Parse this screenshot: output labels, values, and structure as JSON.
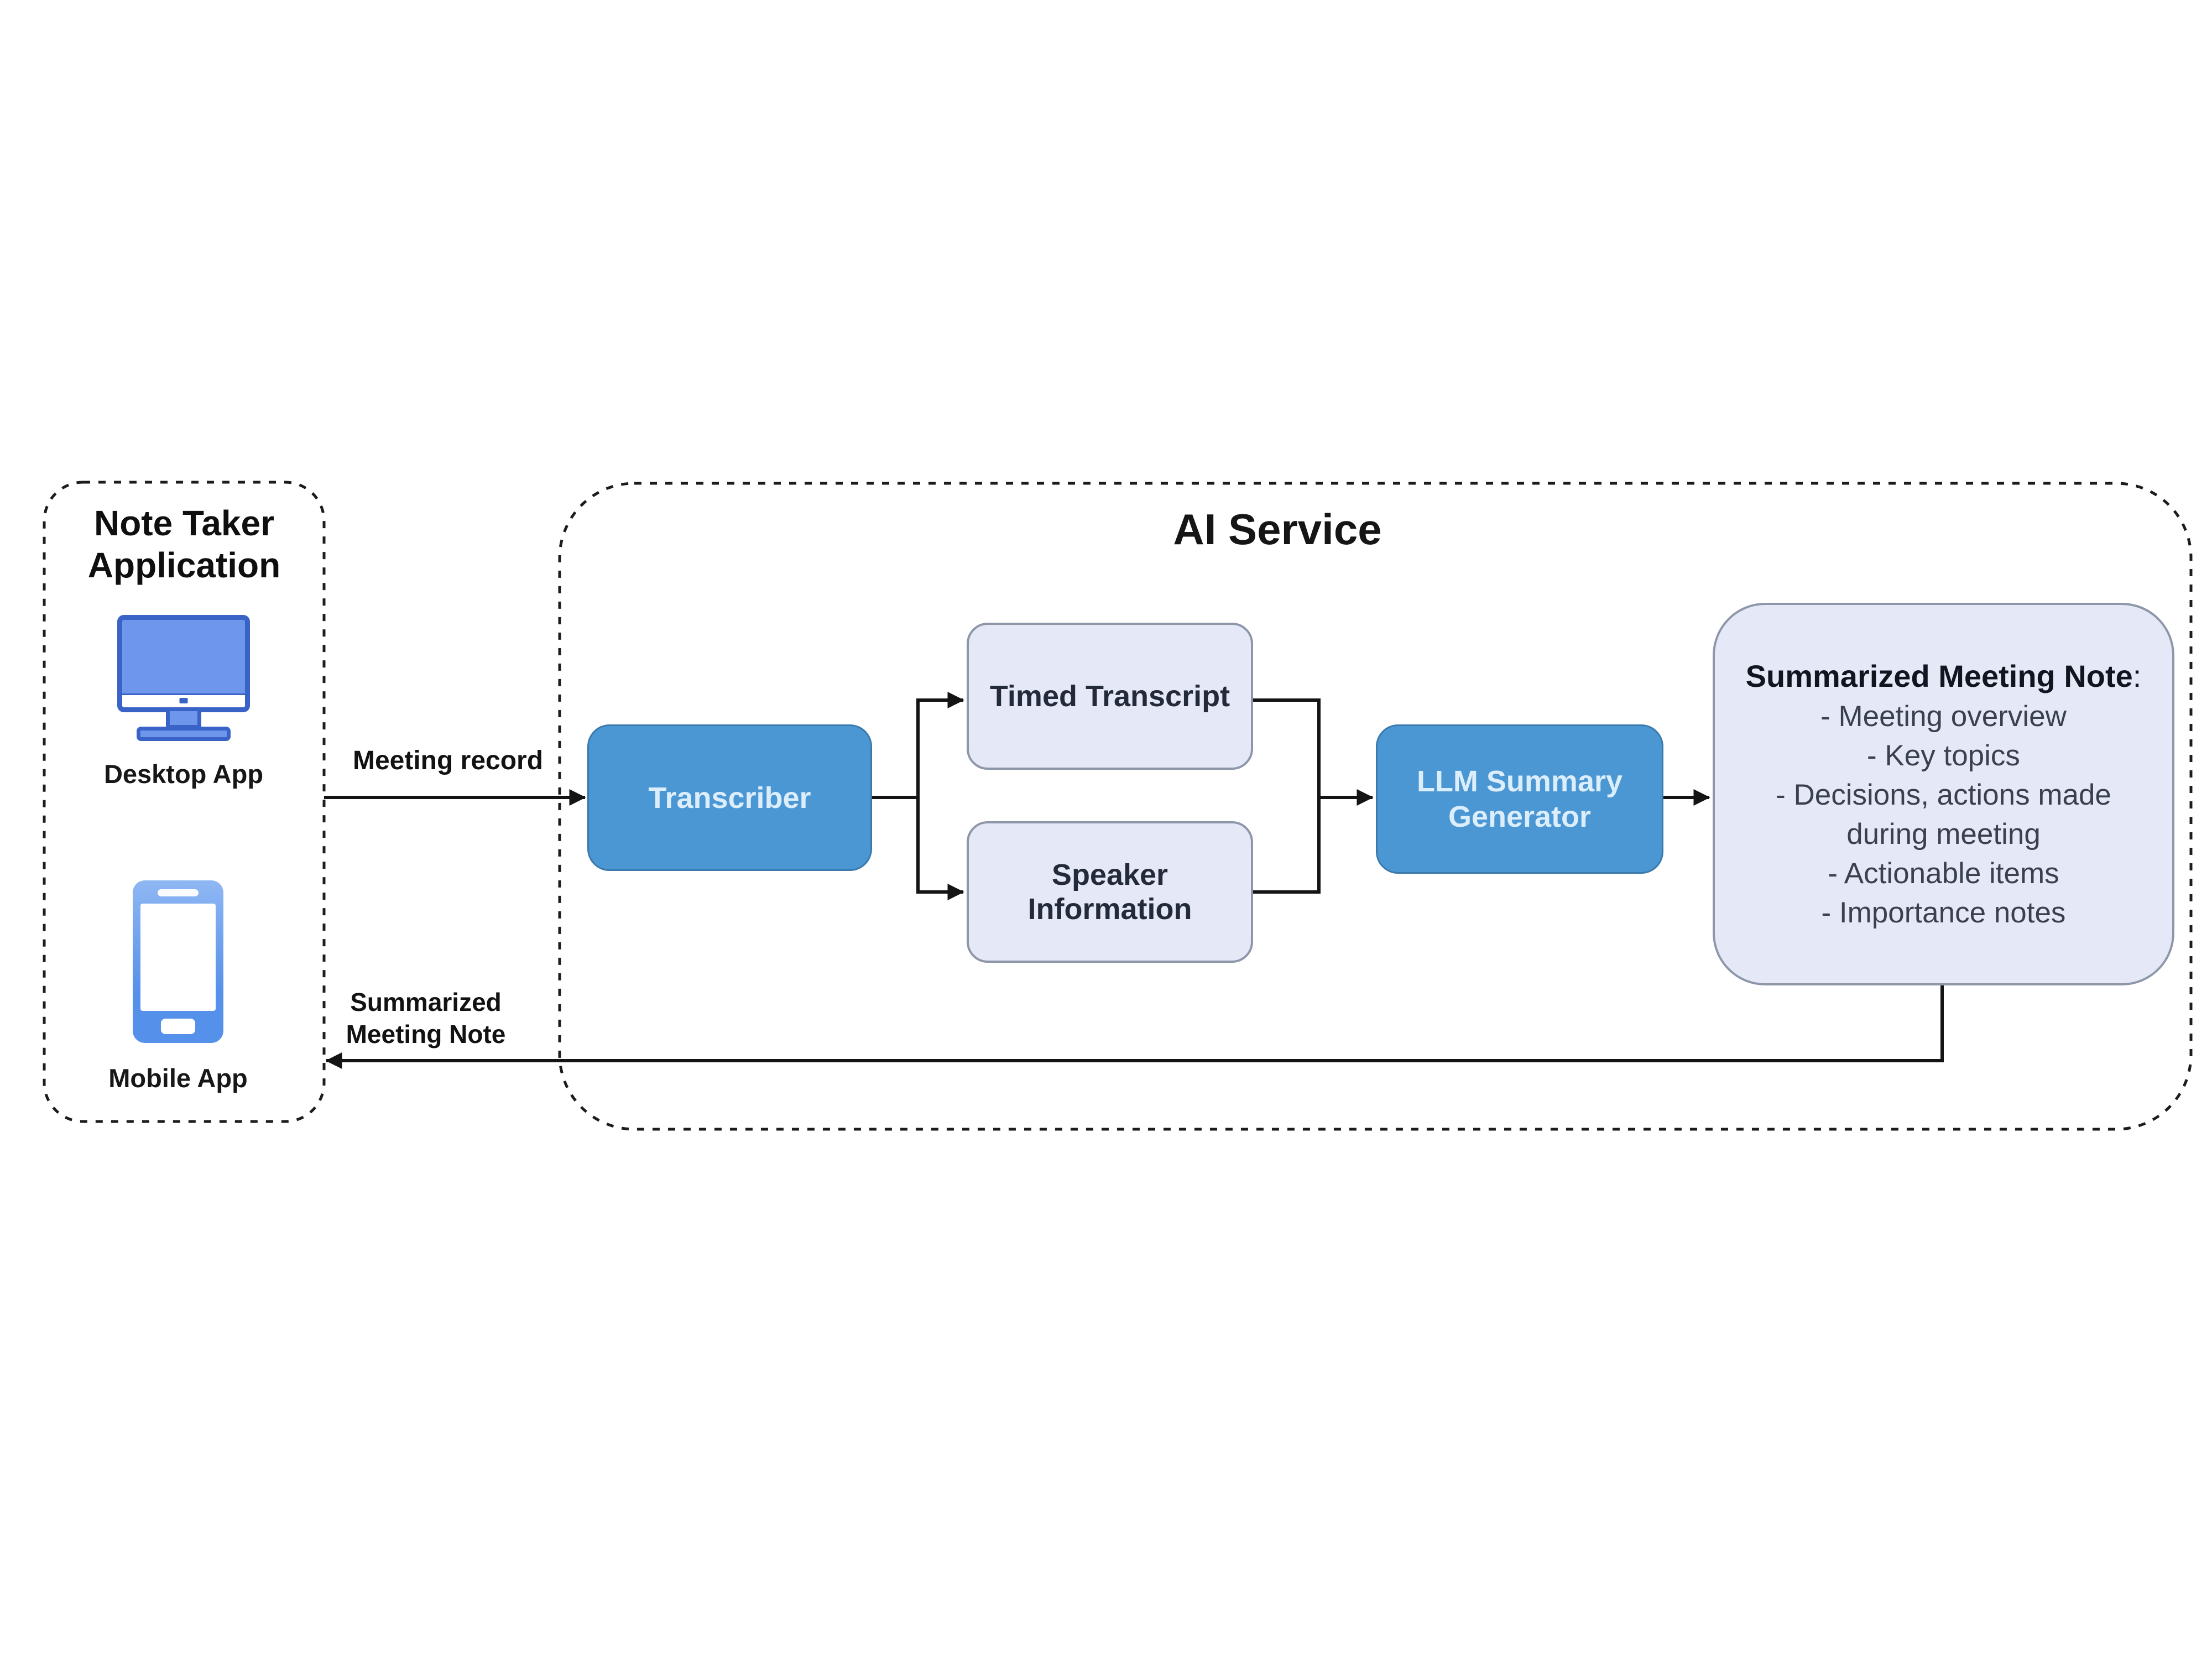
{
  "note_taker": {
    "title": [
      "Note Taker",
      "Application"
    ],
    "desktop_label": "Desktop App",
    "mobile_label": "Mobile App"
  },
  "ai_service": {
    "title": "AI Service",
    "transcriber_label": "Transcriber",
    "timed_transcript_label": "Timed Transcript",
    "speaker_info_label": [
      "Speaker",
      "Information"
    ],
    "llm_label": [
      "LLM Summary",
      "Generator"
    ],
    "summary_note": {
      "title": "Summarized Meeting Note",
      "title_colon": ":",
      "items": [
        "- Meeting overview",
        "- Key topics",
        "- Decisions, actions made during meeting",
        "- Actionable items",
        "- Importance notes"
      ]
    }
  },
  "edges": {
    "meeting_record_label": "Meeting record",
    "return_label": [
      "Summarized",
      "Meeting Note"
    ]
  },
  "colors": {
    "process_fill": "#4A97D4",
    "process_text": "#DCEEFB",
    "artifact_fill": "#E5E9F7",
    "artifact_border": "#8E97A9",
    "artifact_text": "#232B3A",
    "items_text": "#39414E",
    "line": "#141414",
    "icon_fill": "#6E96EB",
    "icon_stroke": "#3A63C8",
    "phone_fill_top": "#8FB7F3",
    "phone_fill_bottom": "#5590EA"
  }
}
